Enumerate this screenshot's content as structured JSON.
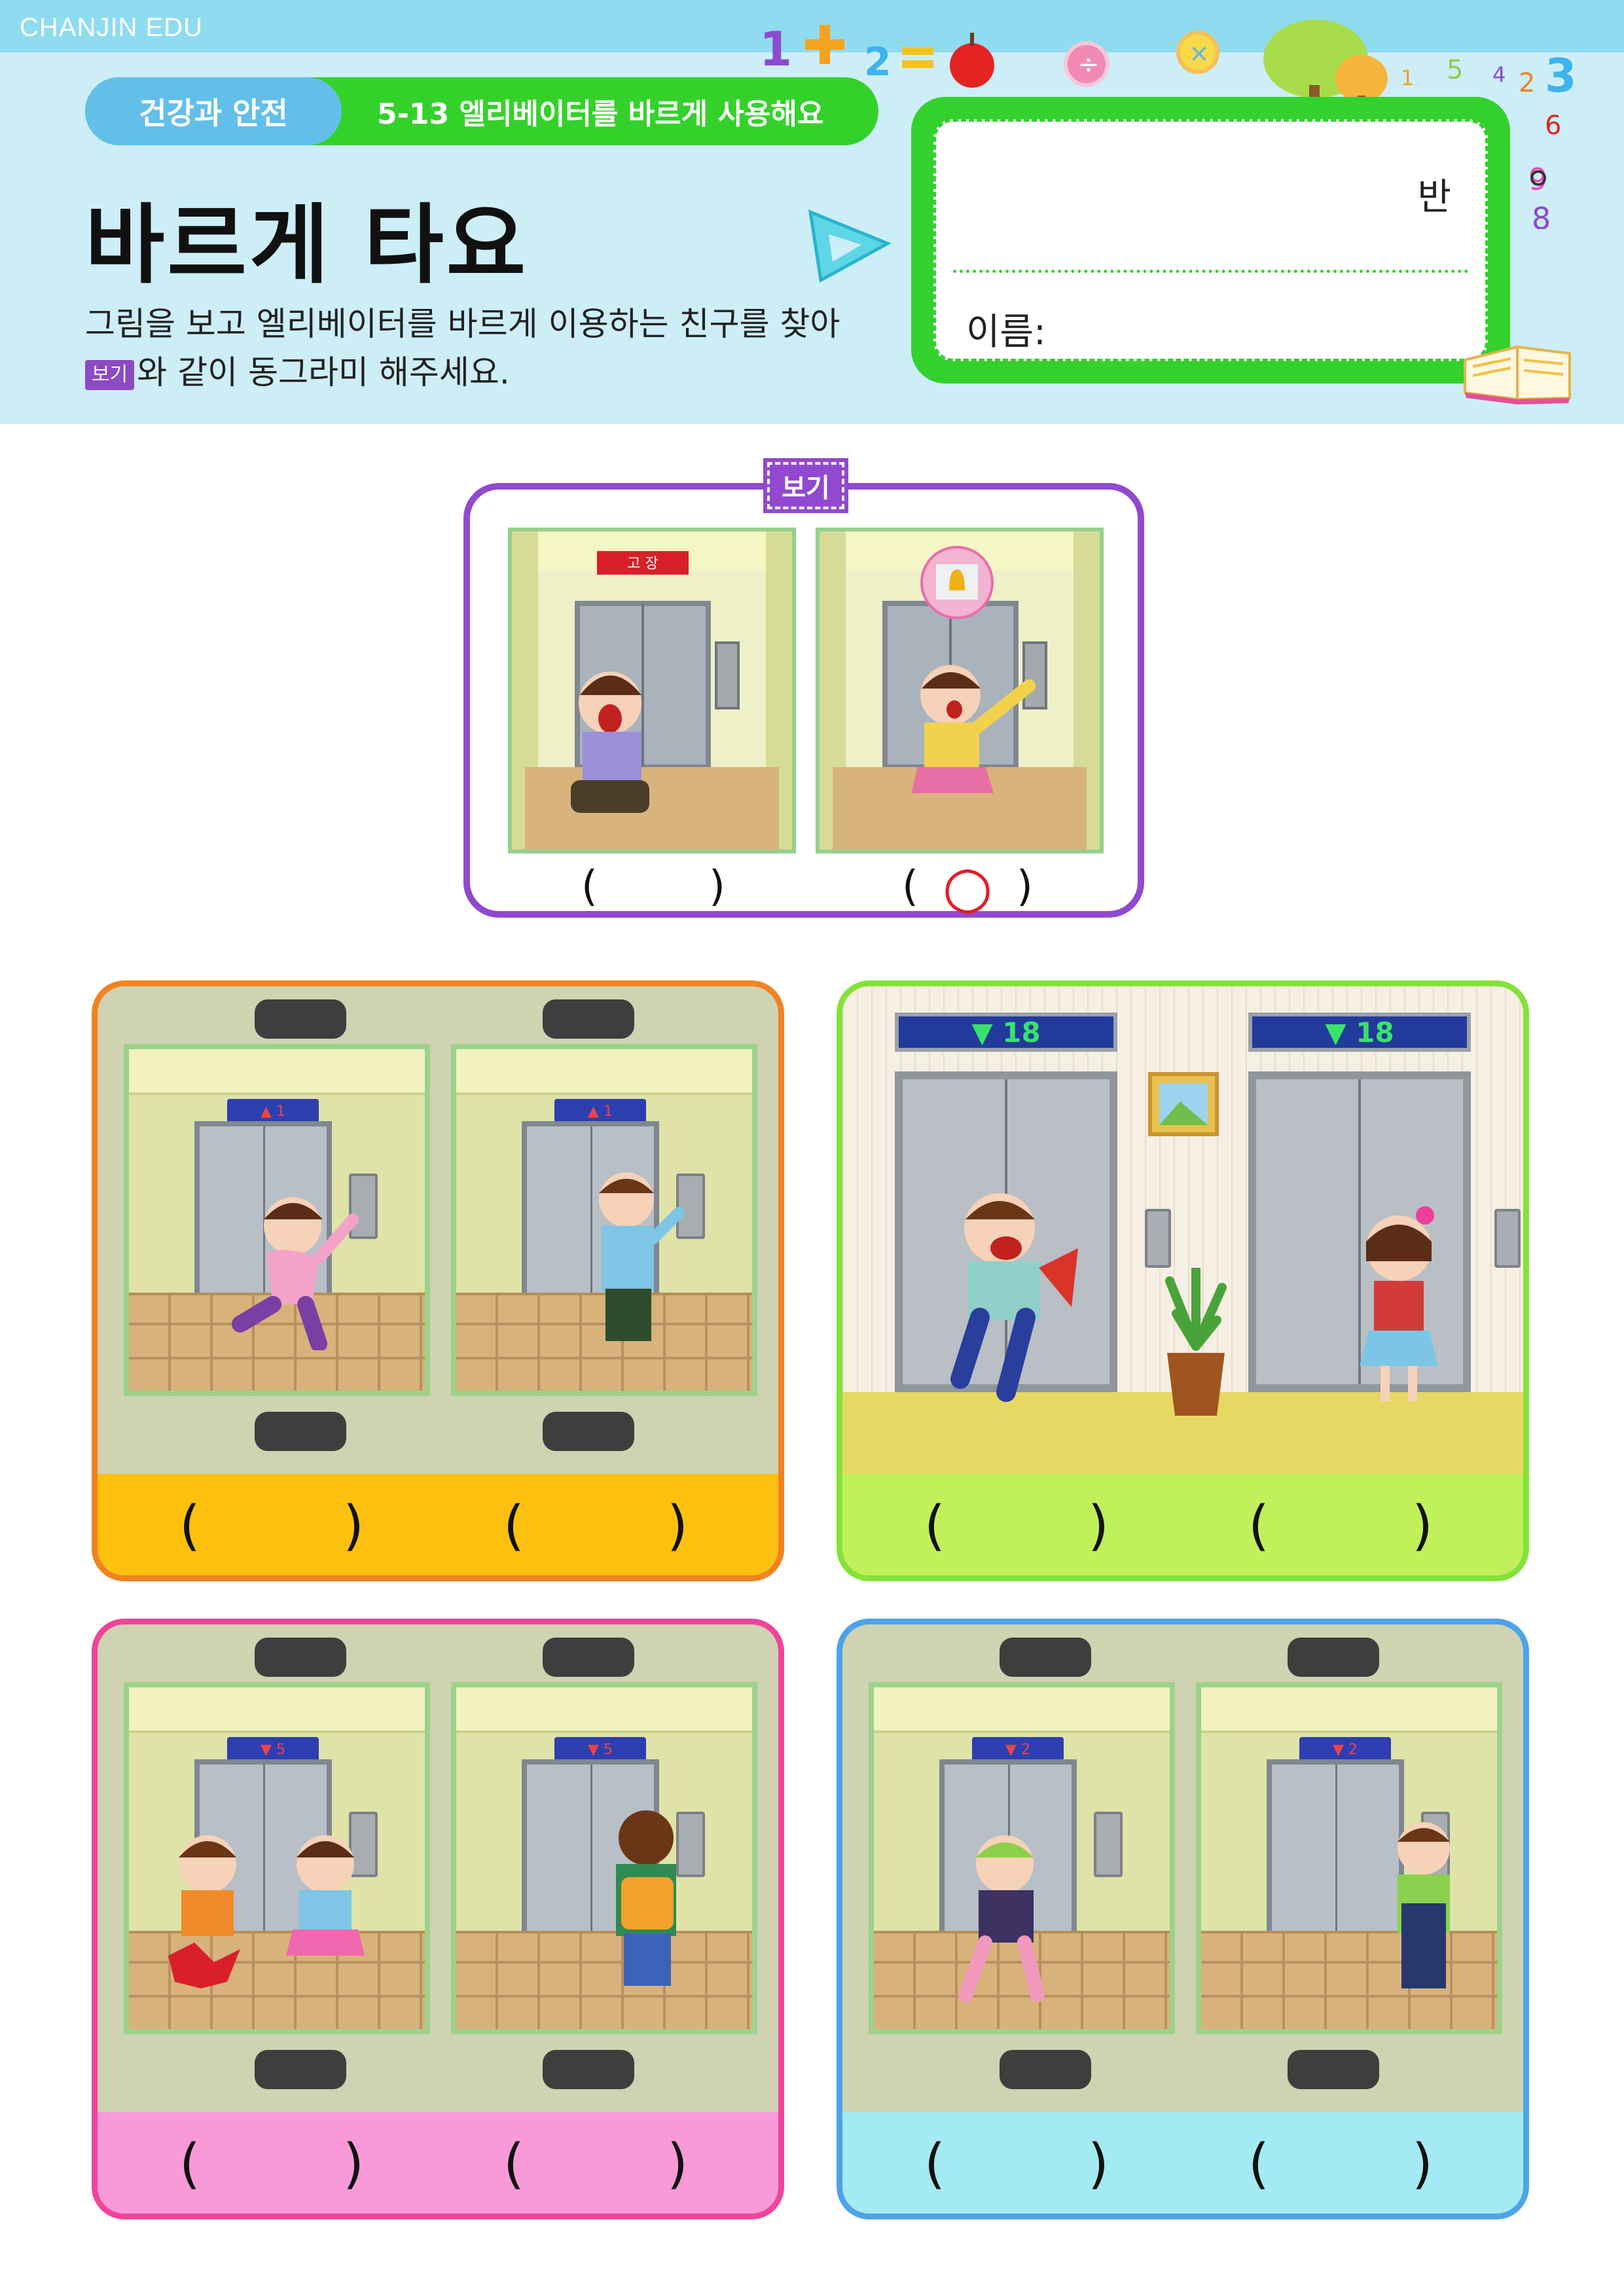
{
  "header": {
    "brand": "CHANJIN EDU",
    "category": "건강과 안전",
    "topic": "5-13 엘리베이터를 바르게 사용해요",
    "title": "바르게 타요",
    "instruction_line1": "그림을 보고 엘리베이터를 바르게 이용하는 친구를 찾아",
    "instruction_tag": "보기",
    "instruction_line2": "와 같이 동그라미 해주세요."
  },
  "namebox": {
    "class_label": "반",
    "name_label": "이름:"
  },
  "example": {
    "label": "보기",
    "sign_text": "고 장",
    "answers": [
      "",
      "○"
    ]
  },
  "panels": [
    {
      "color": "#f08321",
      "answer_bg": "#fec10f",
      "indicator": "▲ 1",
      "parens": [
        "(",
        ")",
        "(",
        ")"
      ]
    },
    {
      "color": "#84e23a",
      "answer_bg": "#c0f05a",
      "indicator": "▼ 18",
      "parens": [
        "(",
        ")",
        "(",
        ")"
      ]
    },
    {
      "color": "#f0449b",
      "answer_bg": "#f99ad8",
      "indicator": "▼ 5",
      "parens": [
        "(",
        ")",
        "(",
        ")"
      ]
    },
    {
      "color": "#4ea3e8",
      "answer_bg": "#a4eaf3",
      "indicator": "▼ 2",
      "parens": [
        "(",
        ")",
        "(",
        ")"
      ]
    }
  ],
  "colors": {
    "accent_green": "#34d12e",
    "accent_blue": "#63bfe9",
    "example_purple": "#9149cf"
  }
}
